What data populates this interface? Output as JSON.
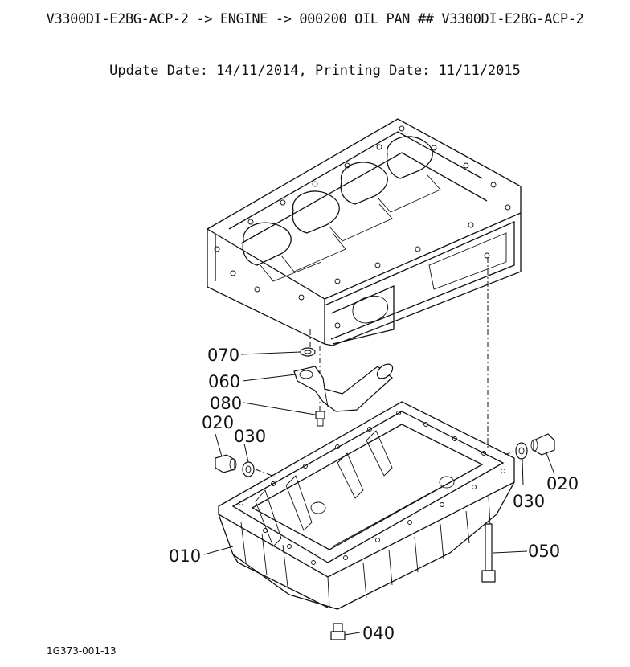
{
  "header": {
    "title": "V3300DI-E2BG-ACP-2 -> ENGINE -> 000200 OIL PAN ## V3300DI-E2BG-ACP-2",
    "dates": "Update Date: 14/11/2014, Printing Date: 11/11/2015"
  },
  "callouts": {
    "p070": "070",
    "p060": "060",
    "p080": "080",
    "p020_left": "020",
    "p030_left": "030",
    "p030_right": "030",
    "p020_right": "020",
    "p010": "010",
    "p050": "050",
    "p040": "040"
  },
  "footer": {
    "reference": "1G373-001-13"
  }
}
